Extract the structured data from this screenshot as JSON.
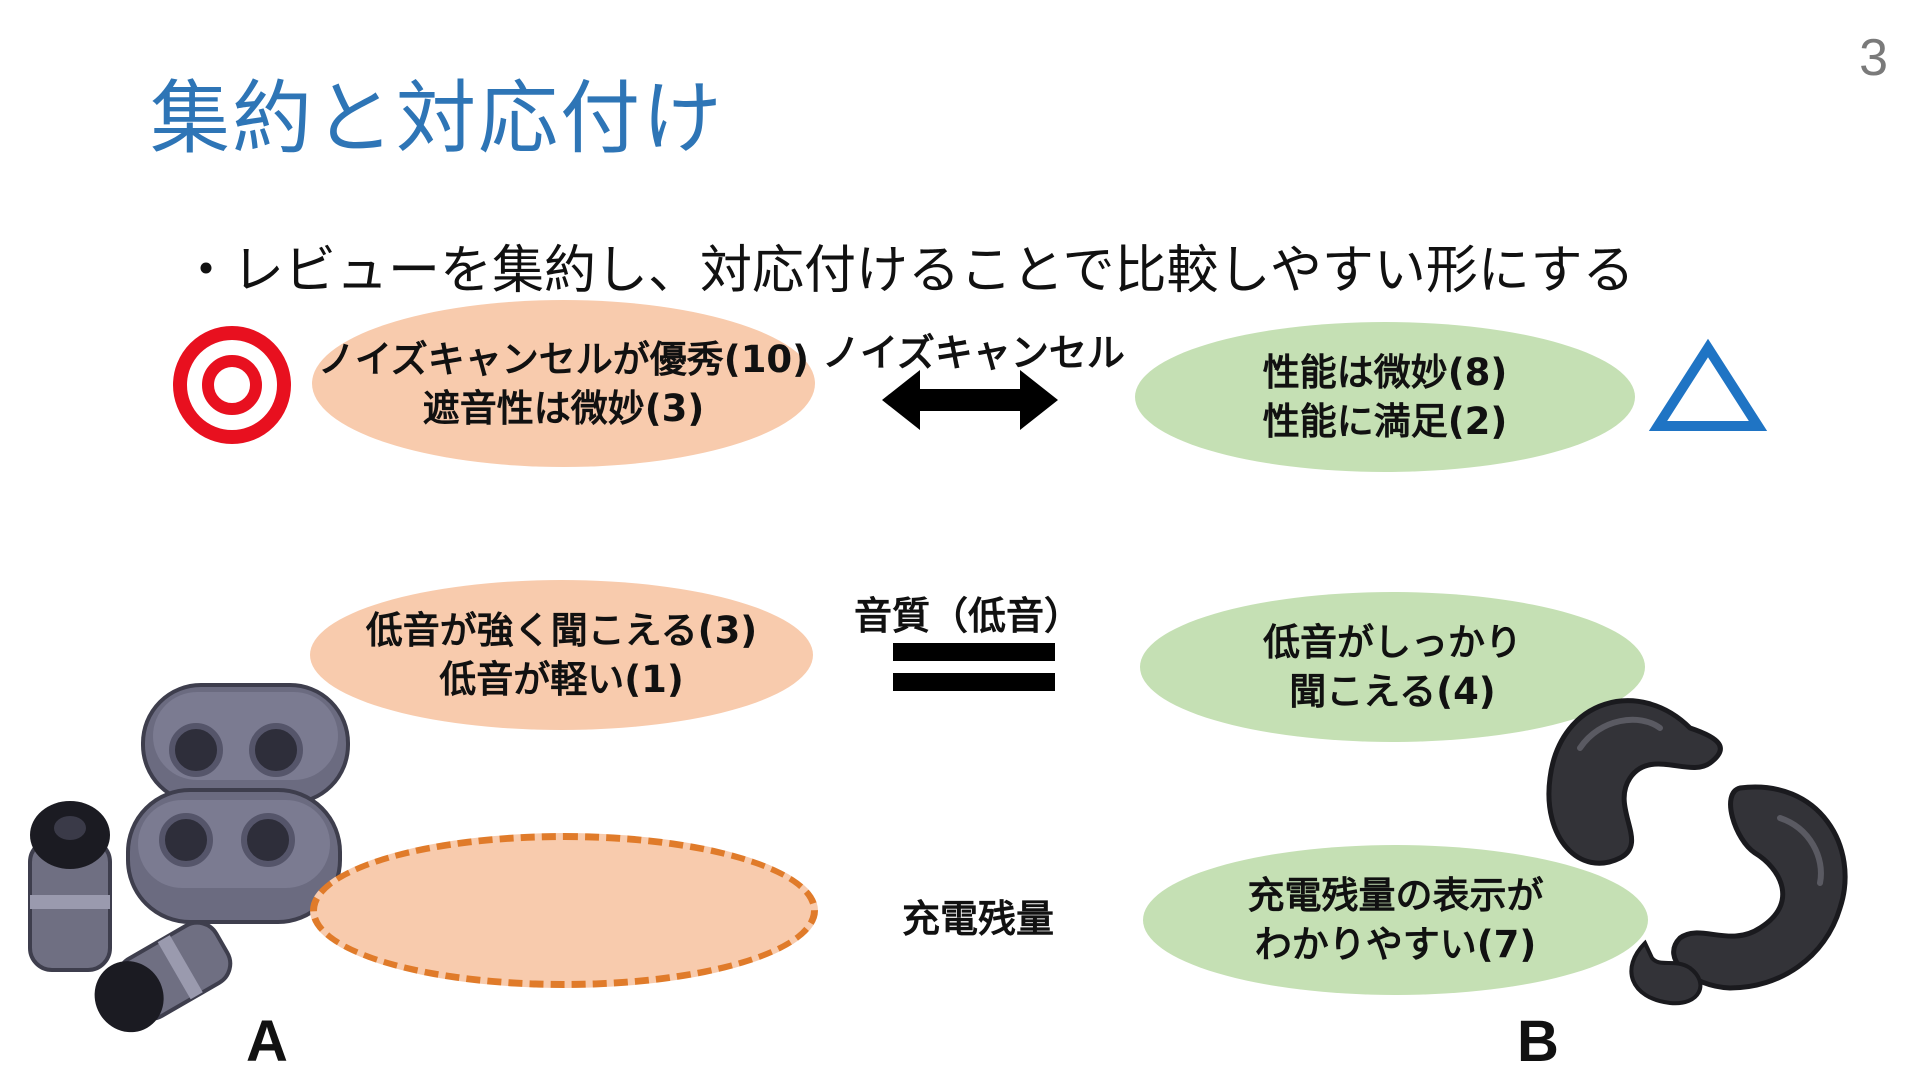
{
  "slide": {
    "page_number": "3",
    "title": "集約と対応付け",
    "bullet": "・レビューを集約し、対応付けることで比較しやすい形にする"
  },
  "rows": [
    {
      "left": {
        "line1": "ノイズキャンセルが優秀(10)",
        "line2": "遮音性は微妙(3)"
      },
      "center": "ノイズキャンセル",
      "right": {
        "line1": "性能は微妙(8)",
        "line2": "性能に満足(2)"
      },
      "left_mark": "double-circle-icon",
      "right_mark": "triangle-icon",
      "relation": "double-arrow-icon"
    },
    {
      "left": {
        "line1": "低音が強く聞こえる(3)",
        "line2": "低音が軽い(1)"
      },
      "center": "音質（低音）",
      "right": {
        "line1": "低音がしっかり",
        "line2": "聞こえる(4)"
      },
      "relation": "equals-icon"
    },
    {
      "left": {
        "line1": "",
        "line2": ""
      },
      "center": "充電残量",
      "right": {
        "line1": "充電残量の表示が",
        "line2": "わかりやすい(7)"
      }
    }
  ],
  "products": {
    "a_label": "A",
    "b_label": "B"
  },
  "colors": {
    "title": "#2e75b6",
    "orange_fill": "#f8cbad",
    "orange_dash": "#e07b2a",
    "green_fill": "#c5e0b4",
    "double_circle": "#e8101f",
    "triangle": "#1f74c4"
  }
}
